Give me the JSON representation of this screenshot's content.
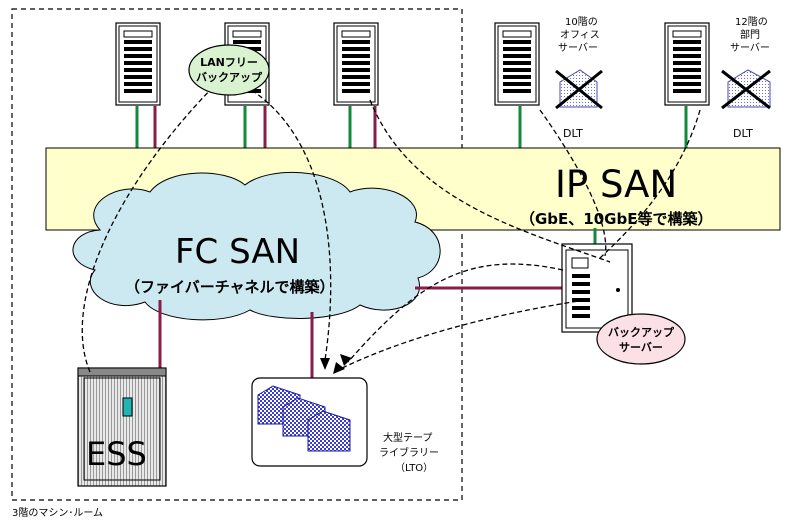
{
  "machine_room_label": "3階のマシン･ルーム",
  "ip_san": {
    "title": "IP SAN",
    "subtitle": "（GbE、10GbE等で構築）"
  },
  "fc_san": {
    "title": "FC SAN",
    "subtitle": "（ファイバーチャネルで構築）"
  },
  "lan_free": {
    "line1": "LANフリー",
    "line2": "バックアップ"
  },
  "backup_server": {
    "line1": "バックアップ",
    "line2": "サーバー"
  },
  "office_server_10f": {
    "line1": "10階の",
    "line2": "オフィス",
    "line3": "サーバー"
  },
  "dept_server_12f": {
    "line1": "12階の",
    "line2": "部門",
    "line3": "サーバー"
  },
  "dlt_label": "DLT",
  "ess_label": "ESS",
  "tape_library": {
    "line1": "大型テープ",
    "line2": "ライブラリー",
    "line3": "（LTO）"
  },
  "colors": {
    "ip_san_fill": "#ffffcc",
    "fc_san_fill": "#cce8f0",
    "lan_free_fill": "#d9f2d0",
    "backup_fill": "#fbe0e6",
    "lan_link": "#138a3b",
    "fc_link": "#8a1c4a"
  }
}
